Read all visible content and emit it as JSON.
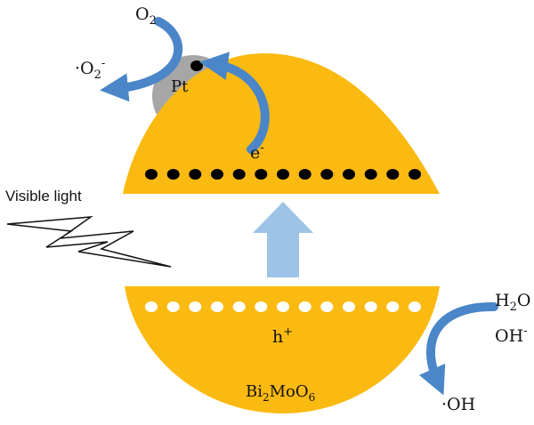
{
  "colors": {
    "band": "#FBBA12",
    "pt": "#A6A6A6",
    "curved_arrow": "#4A86C8",
    "up_arrow": "#9DC3E6",
    "electron": "#000000",
    "hole": "#FFFFFF"
  },
  "labels": {
    "o2_main": "O",
    "o2_sub": "2",
    "superoxide_prefix": "·O",
    "superoxide_sub": "2",
    "superoxide_sup": "-",
    "pt": "Pt",
    "electron_main": "e",
    "electron_sup": "-",
    "visible_light": "Visible light",
    "hole_main": "h",
    "hole_sup": "+",
    "h2o_h": "H",
    "h2o_sub": "2",
    "h2o_o": "O",
    "oh_minus_main": "OH",
    "oh_minus_sup": "-",
    "hydroxyl": "·OH",
    "catalyst_bi": "Bi",
    "catalyst_bi_sub": "2",
    "catalyst_moo": "MoO",
    "catalyst_o_sub": "6"
  },
  "counts": {
    "electrons_in_conduction_band": 13,
    "holes_in_valence_band": 13
  },
  "icons": {
    "light": "lightning-bolt-icon",
    "transfer": "up-arrow-icon",
    "flow": "curved-arrow-icon"
  }
}
